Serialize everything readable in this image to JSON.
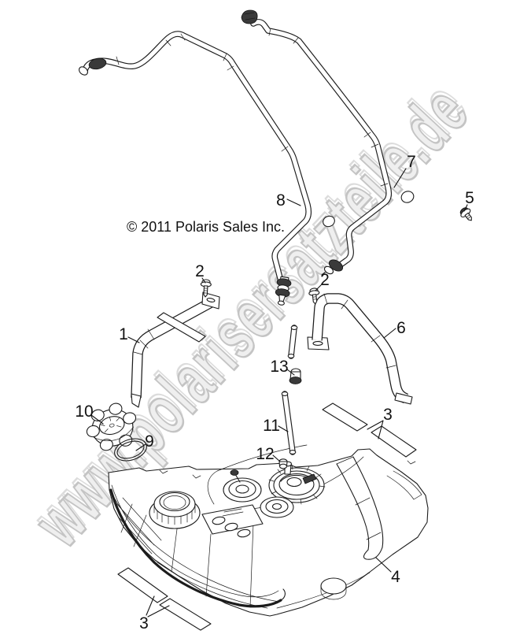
{
  "diagram": {
    "copyright": "© 2011 Polaris Sales Inc.",
    "watermark": "www.polarisersatzteile.de",
    "type": "exploded parts diagram",
    "subject": "fuel tank assembly with straps, vent hoses, cap and fittings"
  },
  "colors": {
    "background": "#ffffff",
    "line": "#1c1c1c",
    "watermark_outline": "#c4c4c4",
    "watermark_fill": "#efefef",
    "clamp_fill": "#3a3a3a"
  },
  "callouts": {
    "c1": "1",
    "c2_left": "2",
    "c2_right": "2",
    "c3_upper": "3",
    "c3_lower": "3",
    "c4": "4",
    "c5": "5",
    "c6": "6",
    "c7": "7",
    "c8": "8",
    "c9": "9",
    "c10": "10",
    "c11": "11",
    "c12": "12",
    "c13": "13"
  }
}
